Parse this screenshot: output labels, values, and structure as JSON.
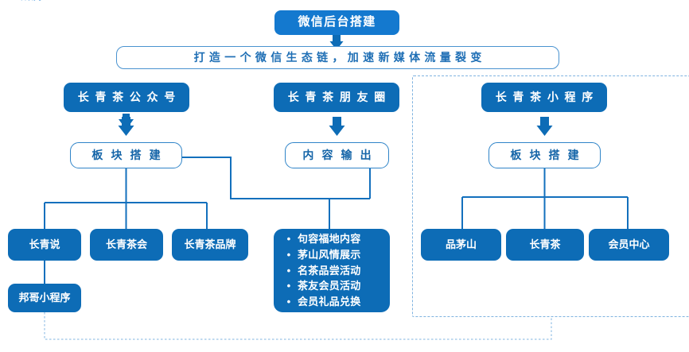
{
  "diagram": {
    "title": "微信后台搭建",
    "banner": "打造一个微信生态链，加速新媒体流量裂变",
    "colors": {
      "node_fill": "#0d6cb6",
      "node_fill_bright": "#1479cf",
      "outline_border": "#2f84c8",
      "outline_text": "#1565a8",
      "connector": "#0d6cb6",
      "connector_light": "#2f84c8",
      "dashed_group": "#7fb3e0",
      "background": "#ffffff"
    },
    "branches": [
      {
        "header": "长青茶公众号",
        "stage": "板块搭建",
        "leaves": [
          "长青说",
          "长青茶会",
          "长青茶品牌"
        ],
        "sub_leaf": "邦哥小程序"
      },
      {
        "header": "长青茶朋友圈",
        "stage": "内容输出",
        "bullets": [
          "句容福地内容",
          "茅山风情展示",
          "名茶品尝活动",
          "茶友会员活动",
          "会员礼品兑换"
        ],
        "bullet_marker": "•"
      },
      {
        "header": "长青茶小程序",
        "stage": "板块搭建",
        "leaves": [
          "品茅山",
          "长青茶",
          "会员中心"
        ]
      }
    ],
    "top_artifact": "所属"
  }
}
